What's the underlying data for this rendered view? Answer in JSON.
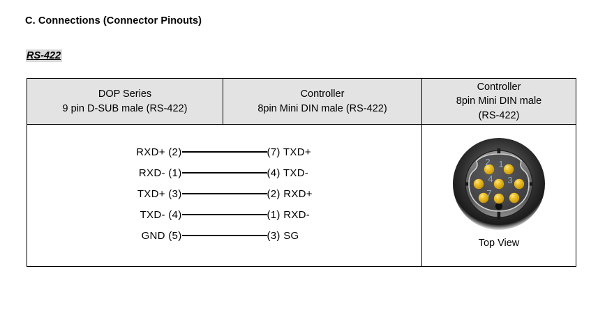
{
  "document": {
    "section_heading": "C. Connections (Connector Pinouts)",
    "subsection_heading": "RS-422"
  },
  "table": {
    "headers": [
      {
        "line1": "DOP Series",
        "line2": "9 pin D-SUB male (RS-422)",
        "line3": ""
      },
      {
        "line1": "Controller",
        "line2": "8pin Mini DIN male (RS-422)",
        "line3": ""
      },
      {
        "line1": "Controller",
        "line2": "8pin Mini DIN male",
        "line3": "(RS-422)"
      }
    ],
    "connections": [
      {
        "left": "RXD+ (2)",
        "right": "(7) TXD+"
      },
      {
        "left": "RXD- (1)",
        "right": "(4) TXD-"
      },
      {
        "left": "TXD+ (3)",
        "right": "(2) RXD+"
      },
      {
        "left": "TXD- (4)",
        "right": "(1) RXD-"
      },
      {
        "left": "GND (5)",
        "right": "(3) SG"
      }
    ]
  },
  "connector": {
    "view_label": "Top View",
    "pin_labels": [
      "2",
      "1",
      "4",
      "3",
      "7"
    ],
    "colors": {
      "pin": "#e8b81c",
      "pin_highlight": "#f7e07a",
      "face": "#4a4a4c",
      "shell_outer": "#2b2b2b",
      "shell_ring": "#7d7d7d",
      "label_text": "#8fa4b8"
    }
  },
  "colors": {
    "header_fill": "#e3e3e3",
    "border": "#000000",
    "highlight": "#d9d9d9",
    "text": "#000000",
    "page_background": "#ffffff"
  }
}
